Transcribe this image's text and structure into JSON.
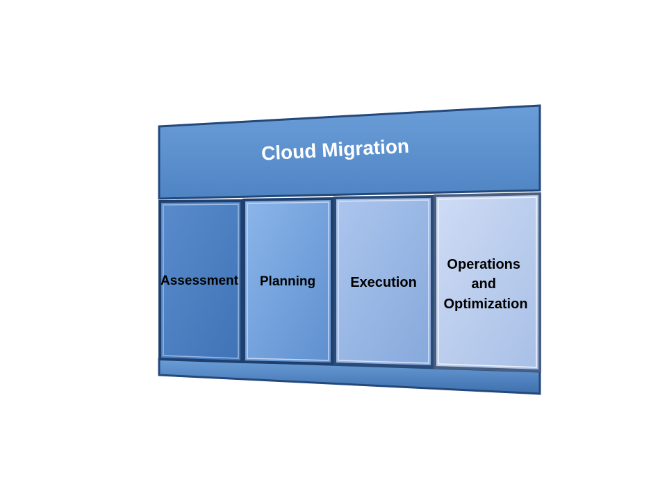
{
  "diagram": {
    "title": "Cloud Migration",
    "stages": [
      {
        "label_lines": [
          "Assessment"
        ]
      },
      {
        "label_lines": [
          "Planning"
        ]
      },
      {
        "label_lines": [
          "Execution"
        ]
      },
      {
        "label_lines": [
          "Operations",
          "and",
          "Optimization"
        ]
      }
    ],
    "colors": {
      "title_bar": "#5b8fcc",
      "border": "#1f3f6d",
      "stage_1": "#4a7dc0",
      "stage_2": "#6a9ad8",
      "stage_3": "#8fb1e0",
      "stage_4": "#bccff0",
      "base_bar": "#4a7dc0",
      "title_text": "#ffffff",
      "stage_text": "#000000"
    }
  }
}
